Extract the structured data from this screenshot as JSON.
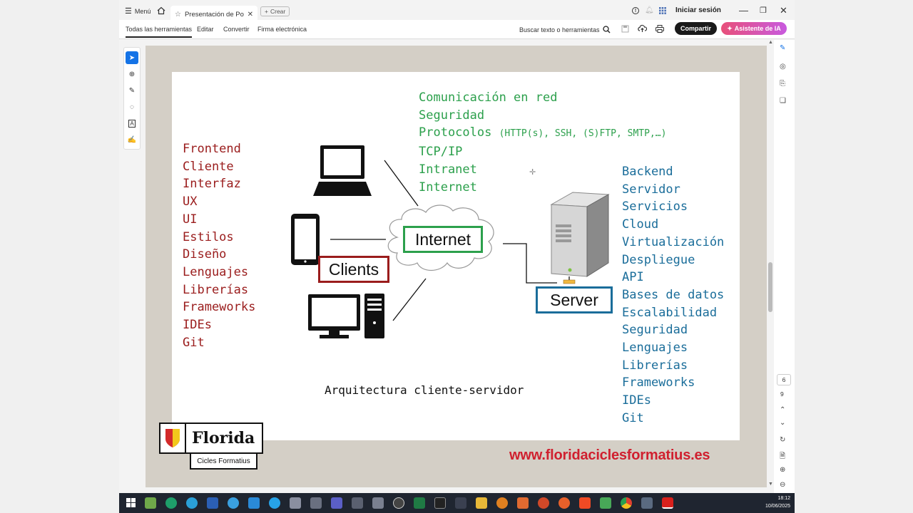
{
  "titlebar": {
    "menu_label": "Menú",
    "tab_title": "Presentación de Po...",
    "create_label": "Crear",
    "signin_label": "Iniciar sesión"
  },
  "toolbar": {
    "tabs": [
      "Todas las herramientas",
      "Editar",
      "Convertir",
      "Firma electrónica"
    ],
    "search_label": "Buscar texto o herramientas",
    "share_label": "Compartir",
    "ai_label": "Asistente de IA"
  },
  "slide": {
    "top_list": [
      "Comunicación en red",
      "Seguridad",
      "Protocolos",
      "TCP/IP",
      "Intranet",
      "Internet"
    ],
    "protocols_detail": "(HTTP(s), SSH, (S)FTP, SMTP,…)",
    "left_list": [
      "Frontend",
      "Cliente",
      "Interfaz",
      "UX",
      "UI",
      "Estilos",
      "Diseño",
      "Lenguajes",
      "Librerías",
      "Frameworks",
      "IDEs",
      "Git"
    ],
    "right_list": [
      "Backend",
      "Servidor",
      "Servicios",
      "Cloud",
      "Virtualización",
      "Despliegue",
      "API",
      "Bases de datos",
      "Escalabilidad",
      "Seguridad",
      "Lenguajes",
      "Librerías",
      "Frameworks",
      "IDEs",
      "Git"
    ],
    "internet_label": "Internet",
    "clients_label": "Clients",
    "server_label": "Server",
    "caption": "Arquitectura cliente-servidor"
  },
  "branding": {
    "logo_word": "Florida",
    "logo_sub": "Cicles Formatius",
    "website": "www.floridaciclesformatius.es"
  },
  "pager": {
    "current": "6",
    "total": "9"
  },
  "taskbar": {
    "time": "18:12",
    "date": "10/06/2025"
  },
  "colors": {
    "frontend": "#9a1c1c",
    "backend": "#1a6d9a",
    "network": "#2ca04c",
    "share_button": "#1a1a1a",
    "website": "#d0202f"
  }
}
